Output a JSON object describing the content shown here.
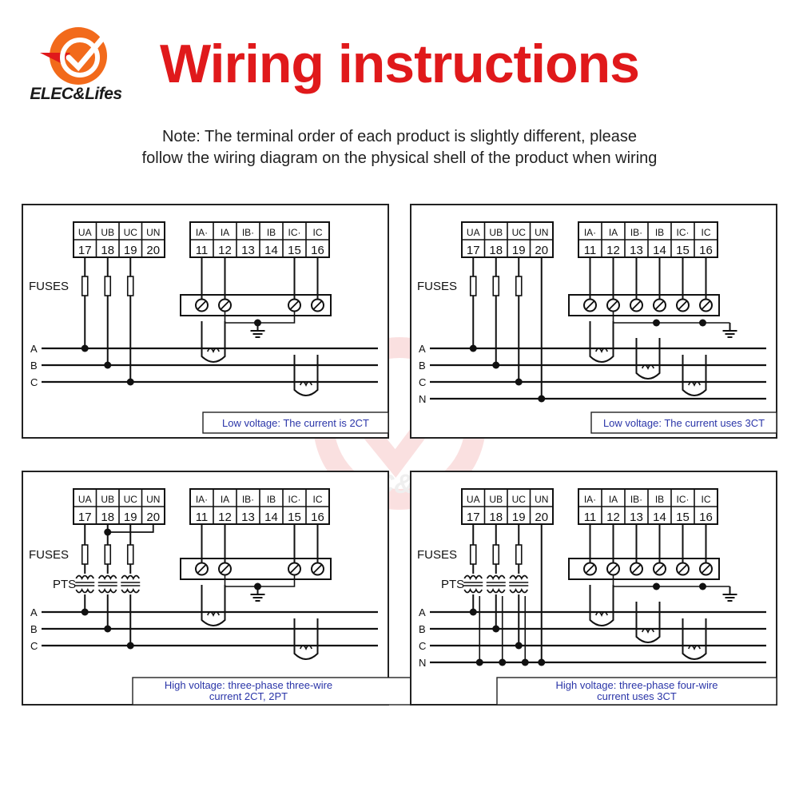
{
  "brand": {
    "name": "ELEC&Lifes",
    "watermark": "ELEC&Lifes"
  },
  "title": "Wiring instructions",
  "note": {
    "line1": "Note: The terminal order of each product is slightly different, please",
    "line2": "follow the wiring diagram on the physical shell of the product when wiring"
  },
  "colors": {
    "title_red": "#e0191b",
    "caption_blue": "#2a35a8",
    "logo_orange": "#f26a1b",
    "logo_red": "#e0191b"
  },
  "terminals": {
    "voltage_labels": [
      "UA",
      "UB",
      "UC",
      "UN"
    ],
    "voltage_numbers": [
      "17",
      "18",
      "19",
      "20"
    ],
    "current_labels": [
      "IA·",
      "IA",
      "IB·",
      "IB",
      "IC·",
      "IC"
    ],
    "current_numbers": [
      "11",
      "12",
      "13",
      "14",
      "15",
      "16"
    ]
  },
  "labels": {
    "fuses": "FUSES",
    "pts": "PTS"
  },
  "panels": [
    {
      "lines": [
        "A",
        "B",
        "C"
      ],
      "caption": [
        "Low voltage: The current is 2CT"
      ]
    },
    {
      "lines": [
        "A",
        "B",
        "C",
        "N"
      ],
      "caption": [
        "Low voltage: The current uses 3CT"
      ]
    },
    {
      "lines": [
        "A",
        "B",
        "C"
      ],
      "caption": [
        "High voltage: three-phase three-wire",
        "current 2CT, 2PT"
      ]
    },
    {
      "lines": [
        "A",
        "B",
        "C",
        "N"
      ],
      "caption": [
        "High voltage: three-phase four-wire",
        "current uses 3CT"
      ]
    }
  ]
}
